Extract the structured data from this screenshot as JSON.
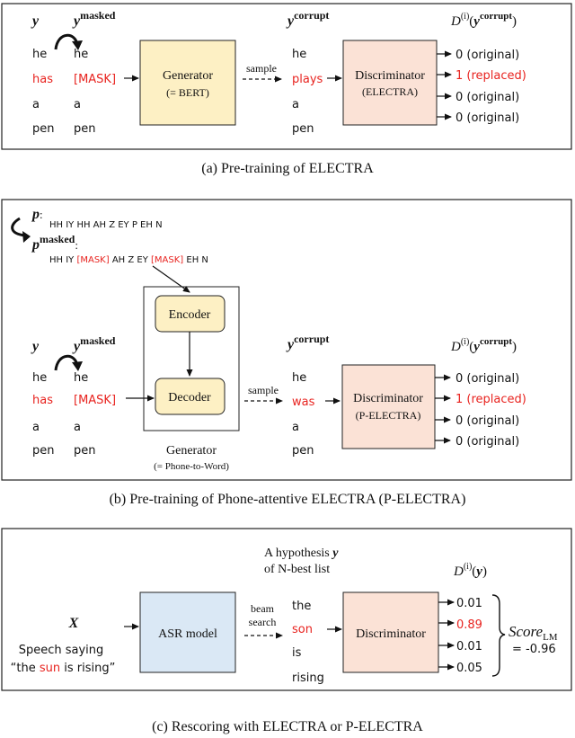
{
  "colors": {
    "replaced": "#e8231f",
    "generator_fill": "#fdf0c4",
    "discriminator_fill": "#fbe2d6",
    "asr_fill": "#dae8f5",
    "frame": "#222222"
  },
  "panel_a": {
    "caption": "(a) Pre-training of ELECTRA",
    "col_y": "y",
    "col_ymasked": "y",
    "col_ymasked_sup": "masked",
    "col_ycorrupt": "y",
    "col_ycorrupt_sup": "corrupt",
    "col_d_prefix": "D",
    "col_d_sup": "(i)",
    "col_d_arg": "y",
    "col_d_arg_sup": "corrupt",
    "y_tokens": [
      "he",
      "has",
      "a",
      "pen"
    ],
    "masked_tokens": [
      "he",
      "[MASK]",
      "a",
      "pen"
    ],
    "corrupt_tokens": [
      "he",
      "plays",
      "a",
      "pen"
    ],
    "generator_label": "Generator",
    "generator_sub": "(= BERT)",
    "sample_label": "sample",
    "discriminator_label": "Discriminator",
    "discriminator_sub": "(ELECTRA)",
    "outputs": [
      "0 (original)",
      "1 (replaced)",
      "0 (original)",
      "0 (original)"
    ]
  },
  "panel_b": {
    "caption": "(b) Pre-training of Phone-attentive ELECTRA (P-ELECTRA)",
    "p_label": "p",
    "p_suffix": ":",
    "p_sequence": "HH IY HH AH Z EY P EH N",
    "pmasked_label": "p",
    "pmasked_sup": "masked",
    "pmasked_suffix": ":",
    "pmasked_parts": [
      "HH IY ",
      "[MASK]",
      " AH Z EY ",
      "[MASK]",
      " EH N"
    ],
    "col_y": "y",
    "col_ymasked": "y",
    "col_ymasked_sup": "masked",
    "col_ycorrupt": "y",
    "col_ycorrupt_sup": "corrupt",
    "col_d_prefix": "D",
    "col_d_sup": "(i)",
    "col_d_arg": "y",
    "col_d_arg_sup": "corrupt",
    "y_tokens": [
      "he",
      "has",
      "a",
      "pen"
    ],
    "masked_tokens": [
      "he",
      "[MASK]",
      "a",
      "pen"
    ],
    "corrupt_tokens": [
      "he",
      "was",
      "a",
      "pen"
    ],
    "encoder_label": "Encoder",
    "decoder_label": "Decoder",
    "generator_label": "Generator",
    "generator_sub": "(= Phone-to-Word)",
    "sample_label": "sample",
    "discriminator_label": "Discriminator",
    "discriminator_sub": "(P-ELECTRA)",
    "outputs": [
      "0 (original)",
      "1 (replaced)",
      "0 (original)",
      "0 (original)"
    ]
  },
  "panel_c": {
    "caption": "(c) Rescoring with ELECTRA or P-ELECTRA",
    "x_label": "X",
    "speech_line1": "Speech saying",
    "speech_quote_open": "“the ",
    "speech_red": "sun",
    "speech_quote_close": " is rising”",
    "asr_label": "ASR model",
    "beam_line1": "beam",
    "beam_line2": "search",
    "hyp_line1": "A hypothesis ",
    "hyp_var": "y",
    "hyp_line2": "of N-best list",
    "hyp_tokens": [
      "the",
      "son",
      "is",
      "rising"
    ],
    "discriminator_label": "Discriminator",
    "col_d_prefix": "D",
    "col_d_sup": "(i)",
    "col_d_arg": "y",
    "scores": [
      "0.01",
      "0.89",
      "0.01",
      "0.05"
    ],
    "score_label": "Score",
    "score_sub": "LM",
    "score_value": "= -0.96"
  }
}
